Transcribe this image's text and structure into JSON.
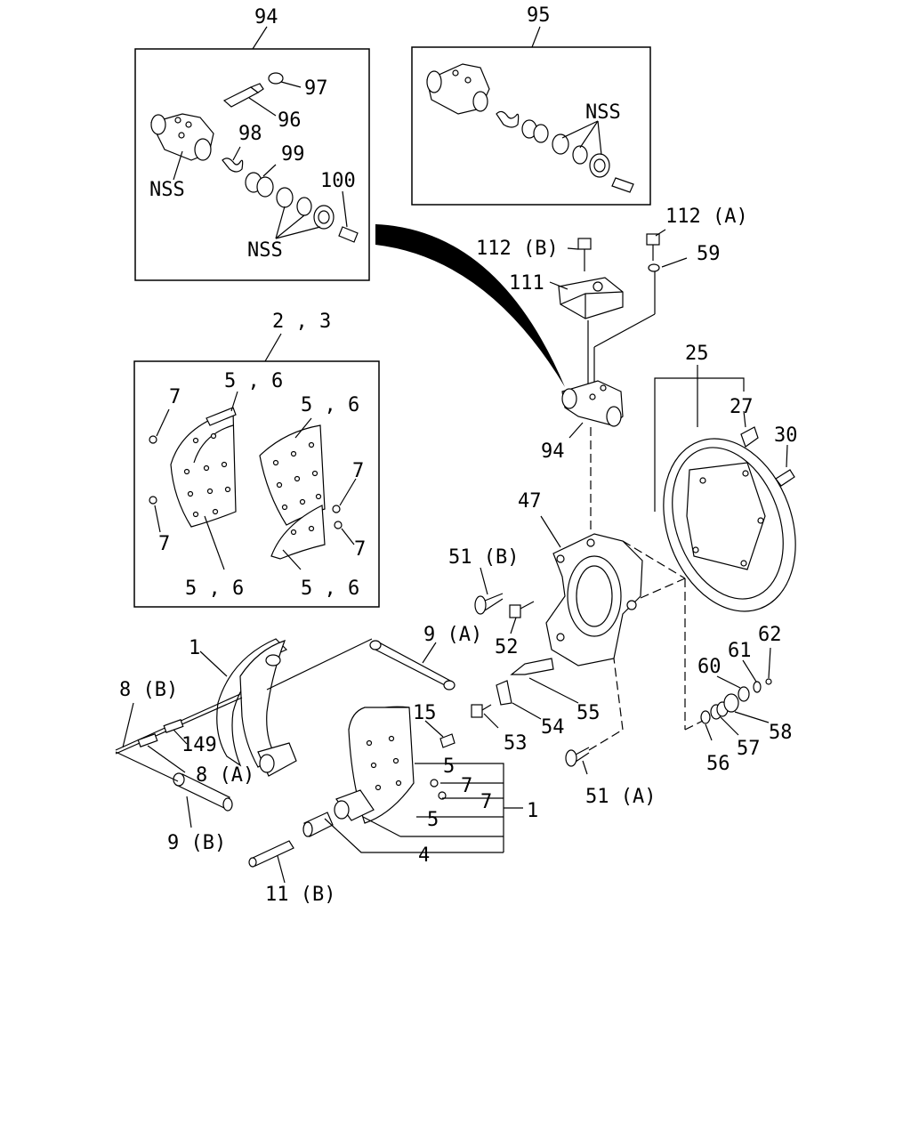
{
  "labels": {
    "l94_top": "94",
    "l95": "95",
    "l97": "97",
    "l96": "96",
    "l98": "98",
    "l99": "99",
    "l100": "100",
    "nss_left1": "NSS",
    "nss_left2": "NSS",
    "nss_right": "NSS",
    "l112a": "112 (A)",
    "l112b": "112 (B)",
    "l59": "59",
    "l111": "111",
    "l23": "2 , 3",
    "l56_a": "5 , 6",
    "l56_b": "5 , 6",
    "l56_c": "5 , 6",
    "l56_d": "5 , 6",
    "l7_a": "7",
    "l7_b": "7",
    "l7_c": "7",
    "l7_d": "7",
    "l25": "25",
    "l27": "27",
    "l30": "30",
    "l94_mid": "94",
    "l47": "47",
    "l51b": "51 (B)",
    "l52": "52",
    "l55": "55",
    "l54": "54",
    "l53": "53",
    "l9a": "9 (A)",
    "l1_top": "1",
    "l8b": "8 (B)",
    "l149": "149",
    "l8a": "8 (A)",
    "l9b": "9 (B)",
    "l15": "15",
    "l5_a": "5",
    "l7_e": "7",
    "l7_f": "7",
    "l5_b": "5",
    "l1_right": "1",
    "l4": "4",
    "l11b": "11 (B)",
    "l51a": "51 (A)",
    "l60": "60",
    "l61": "61",
    "l62": "62",
    "l58": "58",
    "l57": "57",
    "l56": "56"
  }
}
